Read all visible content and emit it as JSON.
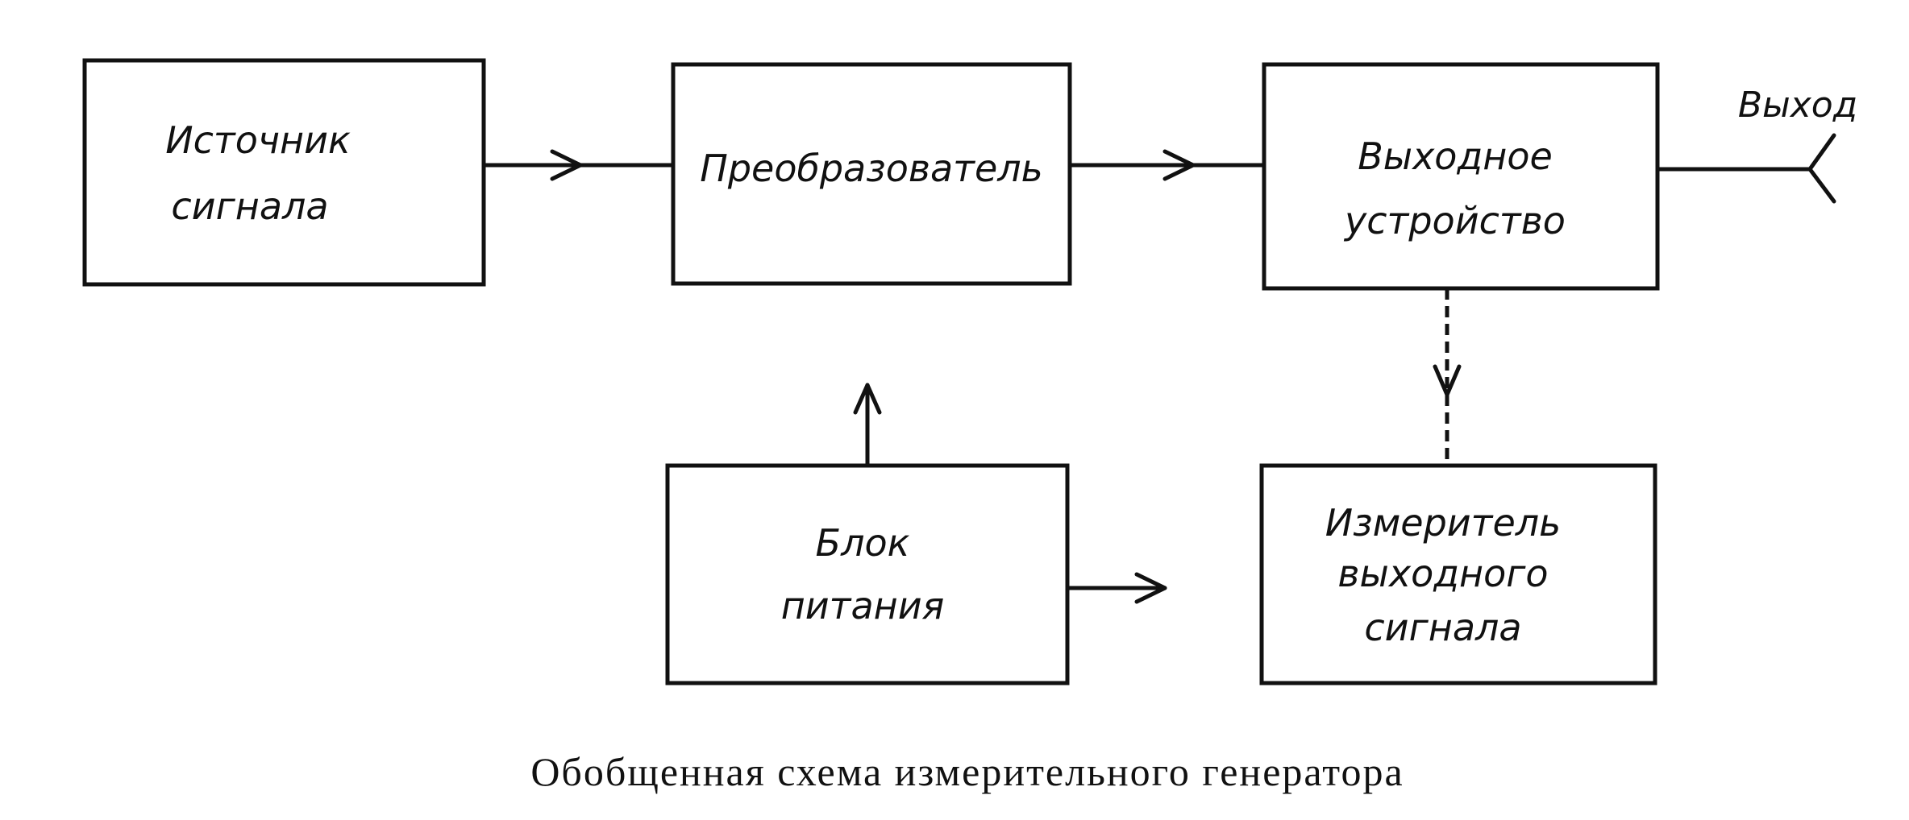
{
  "diagram": {
    "blocks": {
      "source": {
        "line1": "Источник",
        "line2": "сигнала"
      },
      "converter": {
        "line1": "Преобразователь"
      },
      "output_device": {
        "line1": "Выходное",
        "line2": "устройство"
      },
      "power_supply": {
        "line1": "Блок",
        "line2": "питания"
      },
      "meter": {
        "line1": "Измеритель",
        "line2": "выходного",
        "line3": "сигнала"
      }
    },
    "output_label": "Выход",
    "caption": "Обобщенная схема измерительного генератора"
  }
}
